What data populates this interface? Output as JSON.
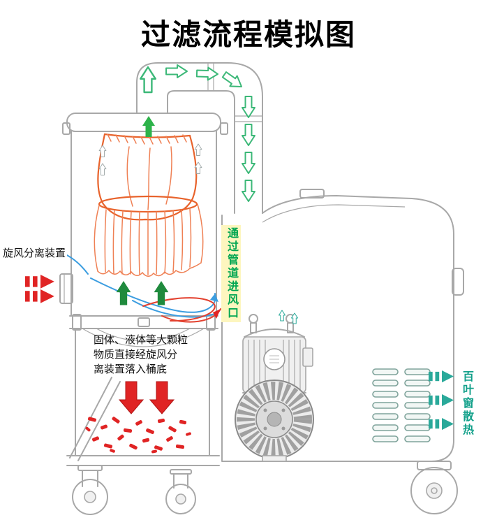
{
  "title": "过滤流程模拟图",
  "labels": {
    "cyclone_device": "旋风分离装置",
    "pipe_inlet_vertical": "通过管道进风口",
    "louver_vertical": "百叶窗散热"
  },
  "note": {
    "lines": [
      "固体、液体等大颗粒",
      "物质直接经旋风分",
      "离装置落入桶底"
    ]
  },
  "colors": {
    "machine_gray": "#a8a8a8",
    "green_arrow": "#3cb878",
    "bright_green": "#2db34a",
    "dark_green": "#1f8a3d",
    "teal": "#2aa99a",
    "red": "#e02424",
    "orange": "#e8632c",
    "orange_light": "#ef8054",
    "blue": "#3b9de0",
    "pipe_label_green": "#00a651",
    "pipe_label_bg": "#fdf6bf",
    "louver_label_teal": "#12a08a",
    "louver_slat": "#7fa39b"
  }
}
